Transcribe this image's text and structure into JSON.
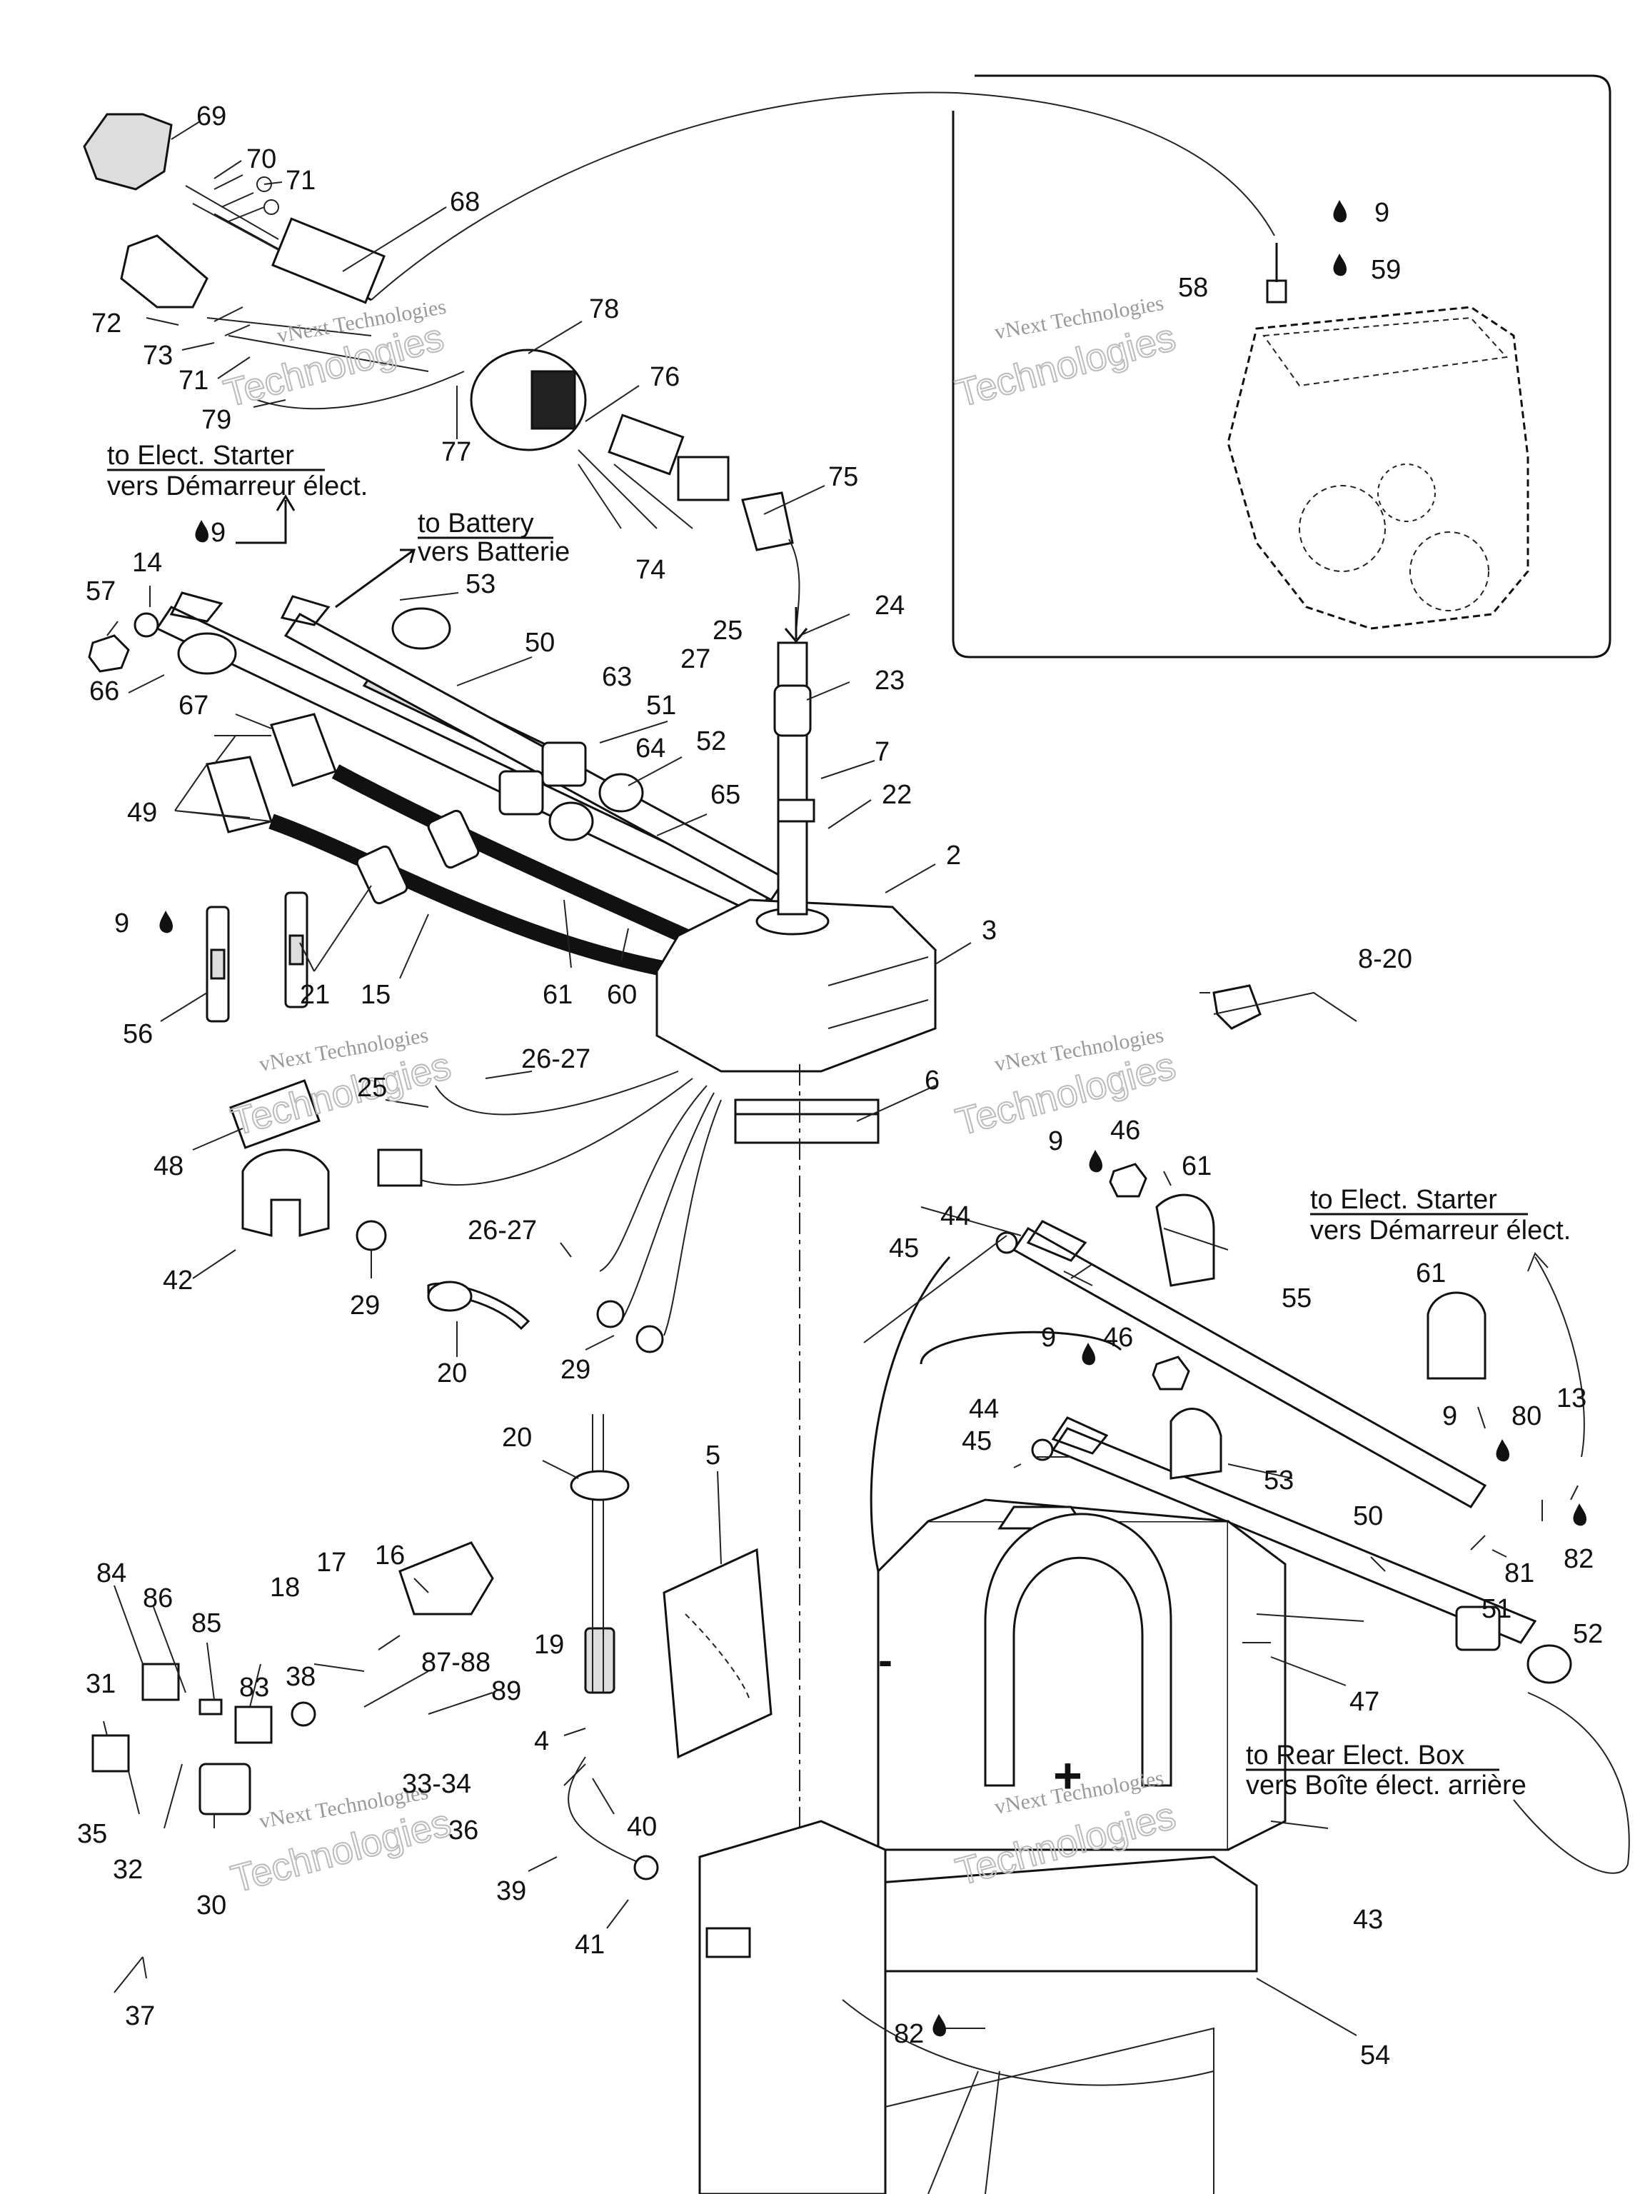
{
  "callouts": [
    {
      "id": "c69",
      "text": "69"
    },
    {
      "id": "c70",
      "text": "70"
    },
    {
      "id": "c71a",
      "text": "71"
    },
    {
      "id": "c68",
      "text": "68"
    },
    {
      "id": "c72",
      "text": "72"
    },
    {
      "id": "c73",
      "text": "73"
    },
    {
      "id": "c71b",
      "text": "71"
    },
    {
      "id": "c78",
      "text": "78"
    },
    {
      "id": "c76",
      "text": "76"
    },
    {
      "id": "c79",
      "text": "79"
    },
    {
      "id": "c77",
      "text": "77"
    },
    {
      "id": "c75",
      "text": "75"
    },
    {
      "id": "c74",
      "text": "74"
    },
    {
      "id": "c9a",
      "text": "9"
    },
    {
      "id": "c14",
      "text": "14"
    },
    {
      "id": "c57",
      "text": "57"
    },
    {
      "id": "c66",
      "text": "66"
    },
    {
      "id": "c53a",
      "text": "53"
    },
    {
      "id": "c50a",
      "text": "50"
    },
    {
      "id": "c63",
      "text": "63"
    },
    {
      "id": "c51a",
      "text": "51"
    },
    {
      "id": "c52a",
      "text": "52"
    },
    {
      "id": "c64",
      "text": "64"
    },
    {
      "id": "c65",
      "text": "65"
    },
    {
      "id": "c67",
      "text": "67"
    },
    {
      "id": "c49",
      "text": "49"
    },
    {
      "id": "c9b",
      "text": "9"
    },
    {
      "id": "c56",
      "text": "56"
    },
    {
      "id": "c21",
      "text": "21"
    },
    {
      "id": "c15",
      "text": "15"
    },
    {
      "id": "c61a",
      "text": "61"
    },
    {
      "id": "c60",
      "text": "60"
    },
    {
      "id": "c25a",
      "text": "25"
    },
    {
      "id": "c27",
      "text": "27"
    },
    {
      "id": "c24",
      "text": "24"
    },
    {
      "id": "c23",
      "text": "23"
    },
    {
      "id": "c7",
      "text": "7"
    },
    {
      "id": "c22",
      "text": "22"
    },
    {
      "id": "c2",
      "text": "2"
    },
    {
      "id": "c3",
      "text": "3"
    },
    {
      "id": "c9c",
      "text": "9"
    },
    {
      "id": "c59",
      "text": "59"
    },
    {
      "id": "c58",
      "text": "58"
    },
    {
      "id": "c820",
      "text": "8-20"
    },
    {
      "id": "c6",
      "text": "6"
    },
    {
      "id": "c2627a",
      "text": "26-27"
    },
    {
      "id": "c25b",
      "text": "25"
    },
    {
      "id": "c48",
      "text": "48"
    },
    {
      "id": "c42",
      "text": "42"
    },
    {
      "id": "c29a",
      "text": "29"
    },
    {
      "id": "c2627b",
      "text": "26-27"
    },
    {
      "id": "c20a",
      "text": "20"
    },
    {
      "id": "c29b",
      "text": "29"
    },
    {
      "id": "c9d",
      "text": "9"
    },
    {
      "id": "c46a",
      "text": "46"
    },
    {
      "id": "c61b",
      "text": "61"
    },
    {
      "id": "c44a",
      "text": "44"
    },
    {
      "id": "c45a",
      "text": "45"
    },
    {
      "id": "c55",
      "text": "55"
    },
    {
      "id": "c61c",
      "text": "61"
    },
    {
      "id": "c9e",
      "text": "9"
    },
    {
      "id": "c46b",
      "text": "46"
    },
    {
      "id": "c44b",
      "text": "44"
    },
    {
      "id": "c45b",
      "text": "45"
    },
    {
      "id": "c53b",
      "text": "53"
    },
    {
      "id": "c9f",
      "text": "9"
    },
    {
      "id": "c80",
      "text": "80"
    },
    {
      "id": "c13",
      "text": "13"
    },
    {
      "id": "c82a",
      "text": "82"
    },
    {
      "id": "c81",
      "text": "81"
    },
    {
      "id": "c50b",
      "text": "50"
    },
    {
      "id": "c51b",
      "text": "51"
    },
    {
      "id": "c52b",
      "text": "52"
    },
    {
      "id": "c47",
      "text": "47"
    },
    {
      "id": "c20b",
      "text": "20"
    },
    {
      "id": "c5",
      "text": "5"
    },
    {
      "id": "c16",
      "text": "16"
    },
    {
      "id": "c84",
      "text": "84"
    },
    {
      "id": "c86",
      "text": "86"
    },
    {
      "id": "c85",
      "text": "85"
    },
    {
      "id": "c17",
      "text": "17"
    },
    {
      "id": "c18",
      "text": "18"
    },
    {
      "id": "c19",
      "text": "19"
    },
    {
      "id": "c8788",
      "text": "87-88"
    },
    {
      "id": "c83",
      "text": "83"
    },
    {
      "id": "c38",
      "text": "38"
    },
    {
      "id": "c89",
      "text": "89"
    },
    {
      "id": "c31",
      "text": "31"
    },
    {
      "id": "c4",
      "text": "4"
    },
    {
      "id": "c3334",
      "text": "33-34"
    },
    {
      "id": "c36",
      "text": "36"
    },
    {
      "id": "c35",
      "text": "35"
    },
    {
      "id": "c32",
      "text": "32"
    },
    {
      "id": "c30",
      "text": "30"
    },
    {
      "id": "c40",
      "text": "40"
    },
    {
      "id": "c39",
      "text": "39"
    },
    {
      "id": "c41",
      "text": "41"
    },
    {
      "id": "c37",
      "text": "37"
    },
    {
      "id": "c43",
      "text": "43"
    },
    {
      "id": "c54",
      "text": "54"
    },
    {
      "id": "c82b",
      "text": "82"
    }
  ],
  "notes": {
    "starter_top_en": "to Elect. Starter",
    "starter_top_fr": "vers Démarreur élect.",
    "battery_en": "to Battery",
    "battery_fr": "vers Batterie",
    "starter_right_en": "to Elect. Starter",
    "starter_right_fr": "vers Démarreur élect.",
    "rear_box_en": "to Rear Elect. Box",
    "rear_box_fr": "vers Boîte élect. arrière",
    "battery_minus": "-",
    "battery_plus": "+"
  },
  "watermark": {
    "line1": "vNext Technologies",
    "line2": "Technologies",
    "line3": "vNext"
  },
  "icons": [
    "sealant-drop-icon"
  ]
}
